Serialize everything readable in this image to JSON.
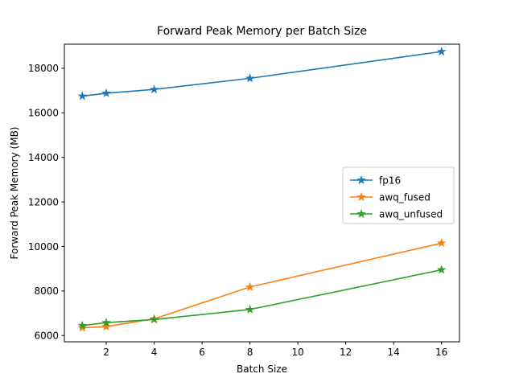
{
  "chart_data": {
    "type": "line",
    "title": "Forward Peak Memory per Batch Size",
    "xlabel": "Batch Size",
    "ylabel": "Forward Peak Memory (MB)",
    "x": [
      1,
      2,
      4,
      8,
      16
    ],
    "xlim": [
      0.25,
      16.75
    ],
    "ylim": [
      5720,
      19080
    ],
    "xticks": [
      2,
      4,
      6,
      8,
      10,
      12,
      14,
      16
    ],
    "xtick_labels": [
      "2",
      "4",
      "6",
      "8",
      "10",
      "12",
      "14",
      "16"
    ],
    "yticks": [
      6000,
      8000,
      10000,
      12000,
      14000,
      16000,
      18000
    ],
    "ytick_labels": [
      "6000",
      "8000",
      "10000",
      "12000",
      "14000",
      "16000",
      "18000"
    ],
    "grid": false,
    "legend_position": "center right",
    "marker": "star",
    "series": [
      {
        "name": "fp16",
        "color": "#1f77b4",
        "values": [
          16750,
          16880,
          17050,
          17550,
          18750
        ]
      },
      {
        "name": "awq_fused",
        "color": "#ff7f0e",
        "values": [
          6350,
          6400,
          6750,
          8180,
          10150
        ]
      },
      {
        "name": "awq_unfused",
        "color": "#2ca02c",
        "values": [
          6450,
          6580,
          6720,
          7170,
          8950
        ]
      }
    ]
  }
}
